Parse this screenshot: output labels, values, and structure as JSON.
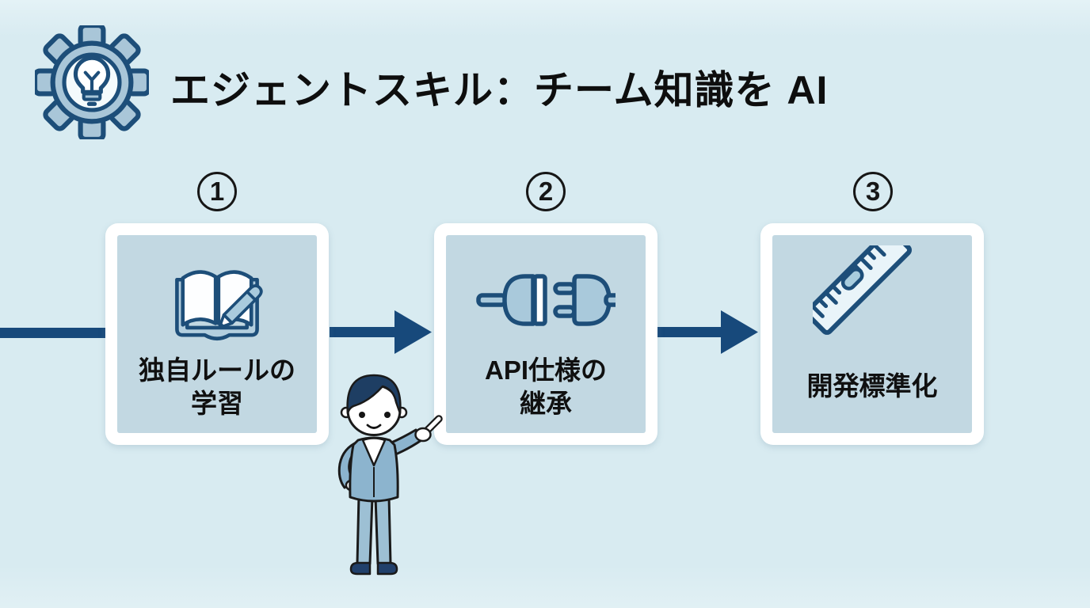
{
  "header": {
    "title": "エジェントスキル：チーム知識を AI",
    "icon": "gear-lightbulb"
  },
  "steps": [
    {
      "number": "1",
      "label": [
        "独自ルールの",
        "学習"
      ],
      "icon": "open-book-with-pencil"
    },
    {
      "number": "2",
      "label": [
        "API仕様の",
        "継承"
      ],
      "icon": "unplugged-connectors"
    },
    {
      "number": "3",
      "label": [
        "開発標準化"
      ],
      "icon": "diagonal-ruler"
    }
  ],
  "figure": {
    "description": "businessman in light blue suit pointing to the right"
  },
  "colors": {
    "background": "#d8ebf1",
    "card_fill": "#c2d8e2",
    "card_border": "#ffffff",
    "arrow_navy": "#17497b",
    "icon_outline": "#1d4e79",
    "icon_fill_light_blue": "#a9c9db",
    "text_black": "#101010",
    "suit_blue": "#8cb4ce",
    "hair_navy": "#1e3e63"
  }
}
